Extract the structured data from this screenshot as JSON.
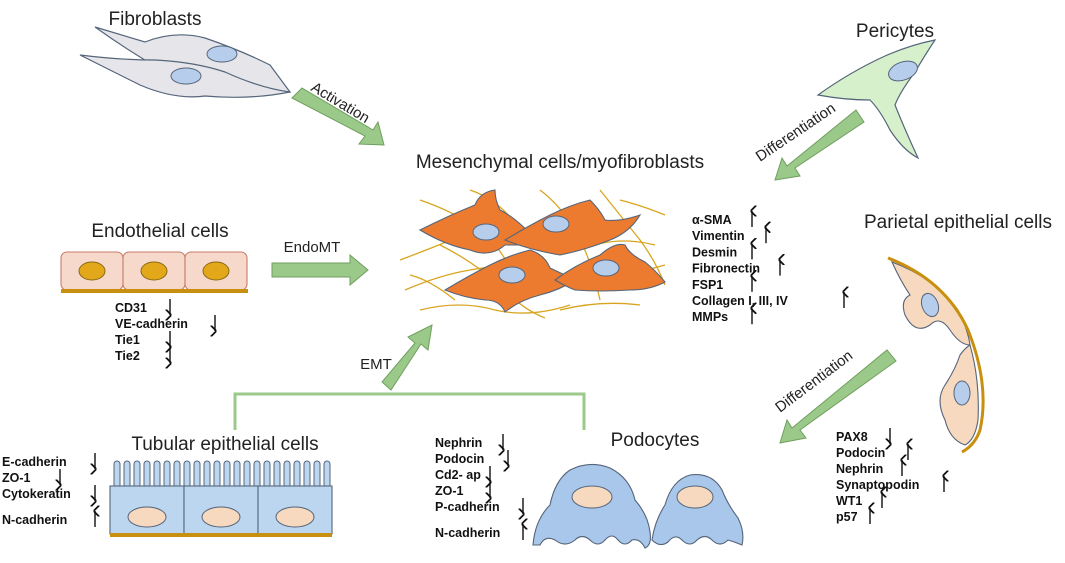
{
  "labels": {
    "fibroblasts": "Fibroblasts",
    "pericytes": "Pericytes",
    "mesenchymal": "Mesenchymal cells/myofibroblasts",
    "endothelial": "Endothelial cells",
    "parietal": "Parietal epithelial cells",
    "tubular": "Tubular epithelial cells",
    "podocytes": "Podocytes"
  },
  "arrows": {
    "activation": "Activation",
    "differentiation_top": "Differentiation",
    "endomt": "EndoMT",
    "emt": "EMT",
    "differentiation_bottom": "Differentiation"
  },
  "markers": {
    "mesenchymal": [
      {
        "name": "α-SMA",
        "dir": "up"
      },
      {
        "name": "Vimentin",
        "dir": "up"
      },
      {
        "name": "Desmin",
        "dir": "up"
      },
      {
        "name": "Fibronectin",
        "dir": "up"
      },
      {
        "name": "FSP1",
        "dir": "up"
      },
      {
        "name": "Collagen I, III, IV",
        "dir": "up"
      },
      {
        "name": "MMPs",
        "dir": "up"
      }
    ],
    "endothelial": [
      {
        "name": "CD31",
        "dir": "down"
      },
      {
        "name": "VE-cadherin",
        "dir": "down"
      },
      {
        "name": "Tie1",
        "dir": "down"
      },
      {
        "name": "Tie2",
        "dir": "down"
      }
    ],
    "tubular": [
      {
        "name": "E-cadherin",
        "dir": "down"
      },
      {
        "name": "ZO-1",
        "dir": "down"
      },
      {
        "name": "Cytokeratin",
        "dir": "down"
      },
      {
        "name": "N-cadherin",
        "dir": "up"
      }
    ],
    "podocytes": [
      {
        "name": "Nephrin",
        "dir": "down"
      },
      {
        "name": "Podocin",
        "dir": "down"
      },
      {
        "name": "Cd2- ap",
        "dir": "down"
      },
      {
        "name": "ZO-1",
        "dir": "down"
      },
      {
        "name": "P-cadherin",
        "dir": "down"
      },
      {
        "name": "N-cadherin",
        "dir": "up"
      }
    ],
    "parietal": [
      {
        "name": "PAX8",
        "dir": "down"
      },
      {
        "name": "Podocin",
        "dir": "up"
      },
      {
        "name": "Nephrin",
        "dir": "up"
      },
      {
        "name": "Synaptopodin",
        "dir": "up"
      },
      {
        "name": "WT1",
        "dir": "up"
      },
      {
        "name": "p57",
        "dir": "up"
      }
    ]
  },
  "colors": {
    "green_arrow": "#9bc98a",
    "green_arrow_edge": "#6f9f5e",
    "myofibroblast": "#ec7b2f",
    "fiber": "#d9a520",
    "nucleus": "#b7cdec",
    "endothelial_cell": "#f7d9cc",
    "endothelial_nucleus": "#e2a81a",
    "tubular_cell": "#bdd6ef",
    "podocyte": "#a9c7ea",
    "pericyte": "#d7f0cc",
    "parietal_cell": "#f7d9bf",
    "basement": "#c9900f",
    "fibroblast": "#e6e6ea"
  }
}
